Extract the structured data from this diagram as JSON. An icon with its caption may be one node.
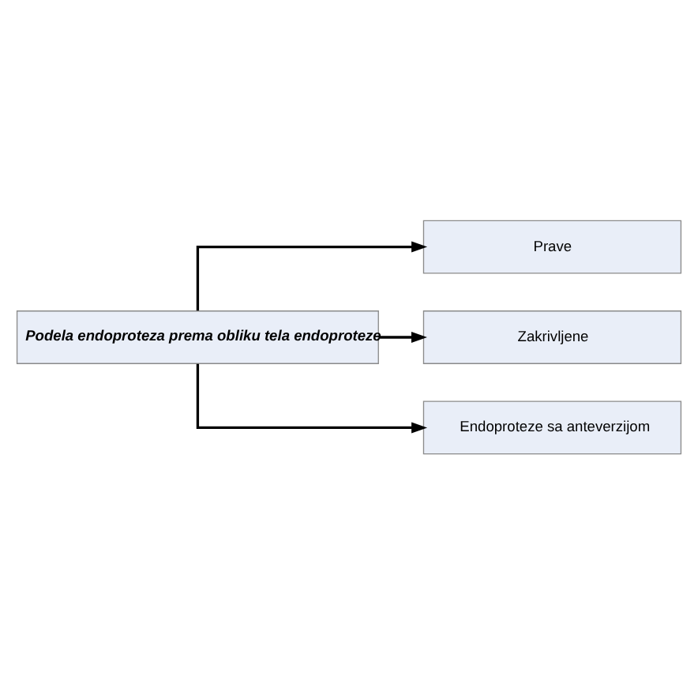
{
  "diagram": {
    "nodes": [
      {
        "text": [
          "Podela endoproteza prema obliku tela endoproteze"
        ]
      },
      {
        "text": [
          "Prave"
        ]
      },
      {
        "text": [
          "Zakrivljene"
        ]
      },
      {
        "text": [
          "Endoproteze sa anteverzijom"
        ]
      }
    ],
    "edges": [
      {
        "from": 0,
        "to": 1,
        "arrow": "to"
      },
      {
        "from": 0,
        "to": 2,
        "arrow": "to"
      },
      {
        "from": 0,
        "to": 3,
        "arrow": "to"
      }
    ]
  }
}
